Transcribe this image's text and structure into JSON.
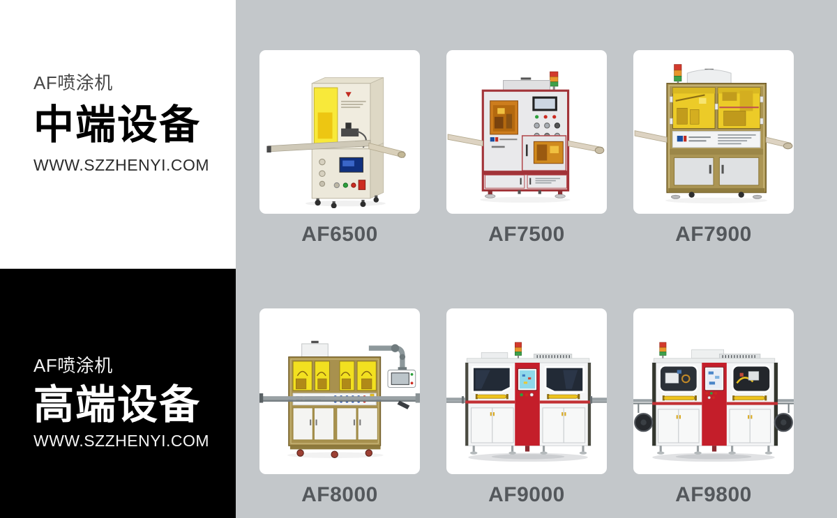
{
  "page": {
    "background_color": "#c3c7ca"
  },
  "panels": {
    "mid_range": {
      "category_label": "AF喷涂机",
      "title": "中端设备",
      "website": "WWW.SZZHENYI.COM",
      "background_color": "#ffffff",
      "text_color": "#000000"
    },
    "high_end": {
      "category_label": "AF喷涂机",
      "title": "高端设备",
      "website": "WWW.SZZHENYI.COM",
      "background_color": "#000000",
      "text_color": "#ffffff"
    }
  },
  "products": {
    "mid_range": [
      {
        "model": "AF6500"
      },
      {
        "model": "AF7500"
      },
      {
        "model": "AF7900"
      }
    ],
    "high_end": [
      {
        "model": "AF8000"
      },
      {
        "model": "AF9000"
      },
      {
        "model": "AF9800"
      }
    ]
  },
  "card": {
    "background_color": "#ffffff",
    "label_color": "#54585c",
    "accent_red": "#a23338",
    "accent_crimson": "#c41e2a",
    "accent_gold": "#a8914e",
    "accent_yellow": "#f2d824"
  }
}
